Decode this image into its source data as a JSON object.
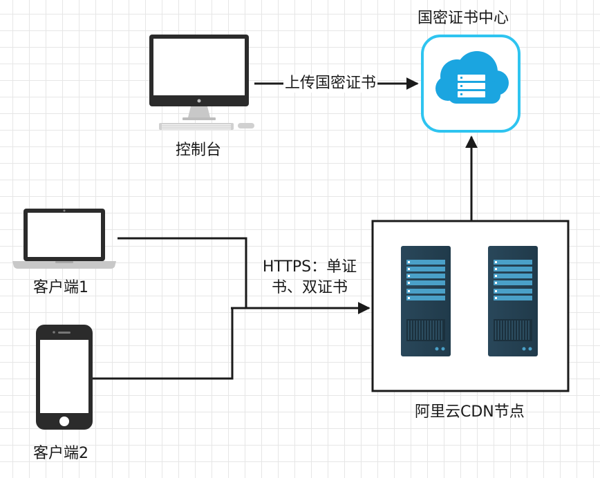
{
  "labels": {
    "ca": "国密证书中心",
    "upload": "上传国密证书",
    "console": "控制台",
    "client1": "客户端1",
    "client2": "客户端2",
    "https": "HTTPS：单证书、双证书",
    "cdn": "阿里云CDN节点"
  },
  "icons": {
    "console": "desktop-monitor-icon",
    "ca": "cloud-server-icon",
    "client1": "laptop-icon",
    "client2": "smartphone-icon",
    "cdn": "server-rack-icon"
  },
  "colors": {
    "cloud_border": "#2ec4f0",
    "cloud_fill": "#1ba5e0",
    "server_body": "#2c4a5c",
    "server_slot": "#4aa0c8",
    "device_dark": "#2b2b2b",
    "line": "#1a1a1a"
  }
}
